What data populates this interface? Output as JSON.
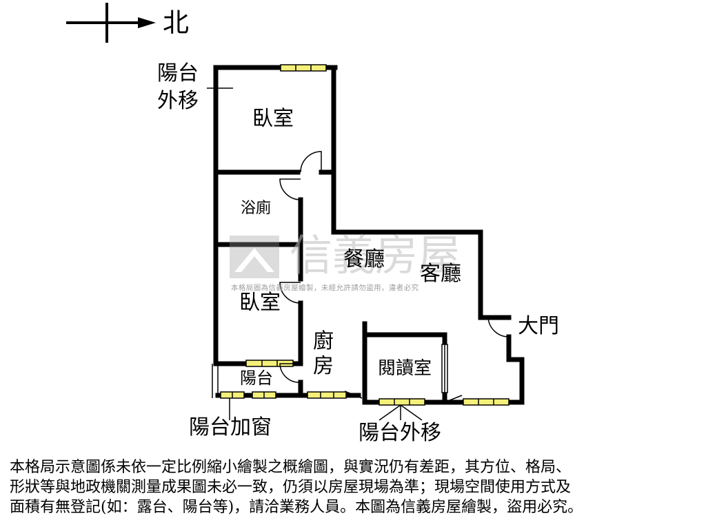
{
  "compass": {
    "north": "北"
  },
  "rooms": {
    "bedroom_top": "臥室",
    "bath": "浴廁",
    "bedroom_mid": "臥室",
    "dining": "餐廳",
    "living": "客廳",
    "kitchen_1": "廚",
    "kitchen_2": "房",
    "reading": "閱讀室",
    "balcony": "陽台",
    "main_door": "大門"
  },
  "annotations": {
    "balcony_moved_out_line1": "陽台",
    "balcony_moved_out_line2": "外移",
    "balcony_window": "陽台加窗",
    "balcony_moved_out_bottom": "陽台外移"
  },
  "watermark": {
    "brand": "信義房屋",
    "notice": "本格局圖為信義房屋繪製，未經允許請勿盜用，違者必究"
  },
  "disclaimer": [
    "本格局示意圖係未依一定比例縮小繪製之概繪圖，與實況仍有差距，其方位、格局、",
    "形狀等與地政機關測量成果圖未必一致，仍須以房屋現場為準；現場空間使用方式及",
    "面積有無登記(如：露台、陽台等)，請洽業務人員。本圖為信義房屋繪製，盜用必究。"
  ],
  "colors": {
    "wall": "#000000",
    "window_fill": "#f5f07a",
    "watermark": "#bdbdbd"
  }
}
